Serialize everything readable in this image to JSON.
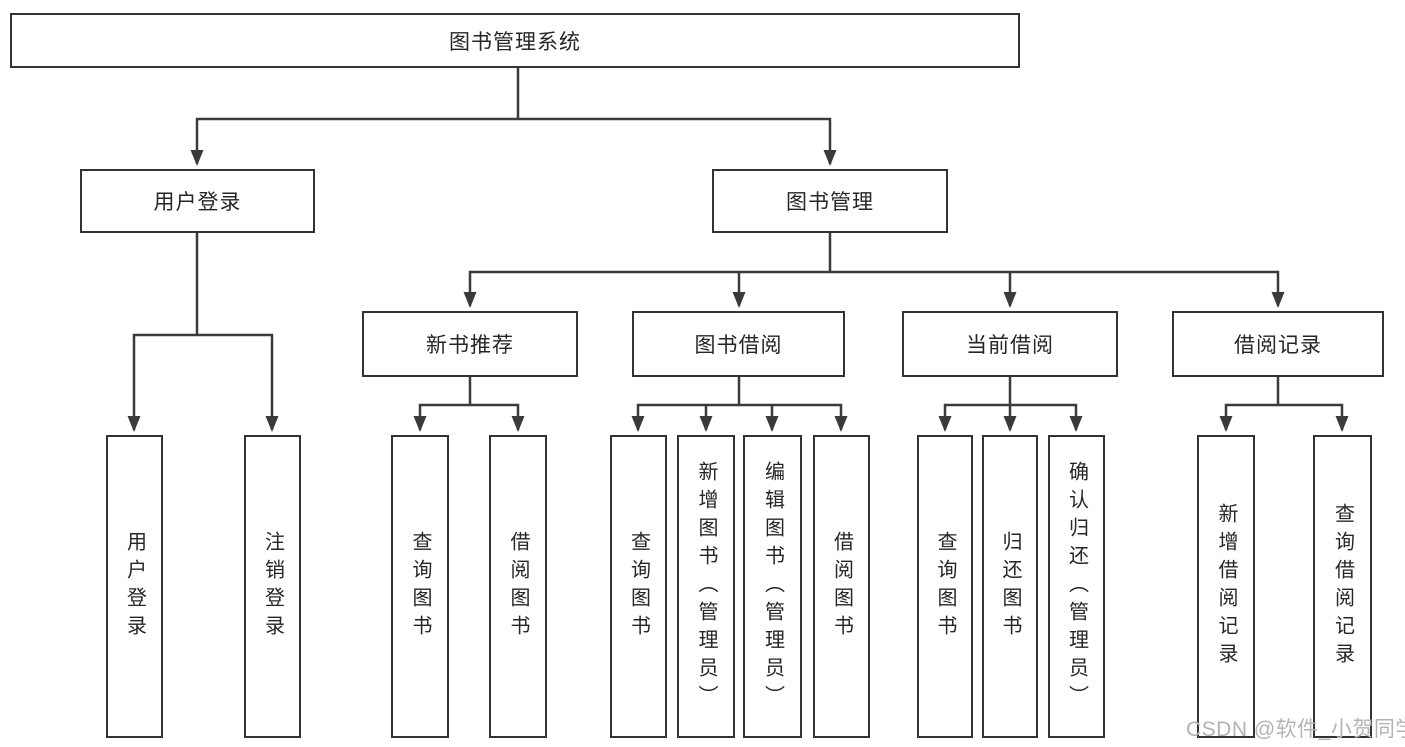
{
  "tree": {
    "label": "图书管理系统",
    "children": [
      {
        "label": "用户登录",
        "children": [
          {
            "label": "用户登录"
          },
          {
            "label": "注销登录"
          }
        ]
      },
      {
        "label": "图书管理",
        "children": [
          {
            "label": "新书推荐",
            "children": [
              {
                "label": "查询图书"
              },
              {
                "label": "借阅图书"
              }
            ]
          },
          {
            "label": "图书借阅",
            "children": [
              {
                "label": "查询图书"
              },
              {
                "label": "新增图书（管理员）"
              },
              {
                "label": "编辑图书（管理员）"
              },
              {
                "label": "借阅图书"
              }
            ]
          },
          {
            "label": "当前借阅",
            "children": [
              {
                "label": "查询图书"
              },
              {
                "label": "归还图书"
              },
              {
                "label": "确认归还（管理员）"
              }
            ]
          },
          {
            "label": "借阅记录",
            "children": [
              {
                "label": "新增借阅记录"
              },
              {
                "label": "查询借阅记录"
              }
            ]
          }
        ]
      }
    ]
  },
  "watermark": {
    "text": "CSDN @软件_小贺同学"
  },
  "colors": {
    "line": "#3a3a3a",
    "box_border": "#333333",
    "text": "#262626",
    "watermark": "#b3b3b3",
    "background": "#ffffff"
  }
}
